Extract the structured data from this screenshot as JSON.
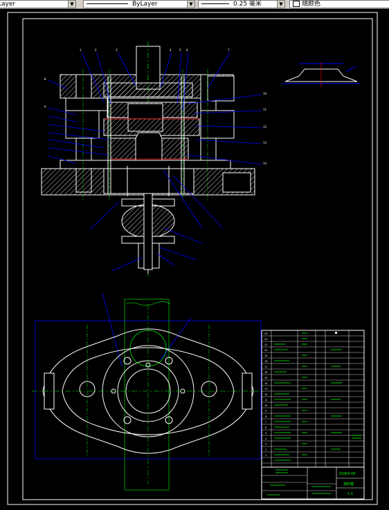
{
  "toolbar": {
    "layer_combo": "Layer",
    "linetype_combo": "ByLayer",
    "lineweight_combo": "0.25 毫米",
    "color_combo": "随颜色"
  },
  "drawing": {
    "title_block_code": "DUJSX-08",
    "title_block_name": "落料模",
    "sheet_scale": "1:1"
  }
}
